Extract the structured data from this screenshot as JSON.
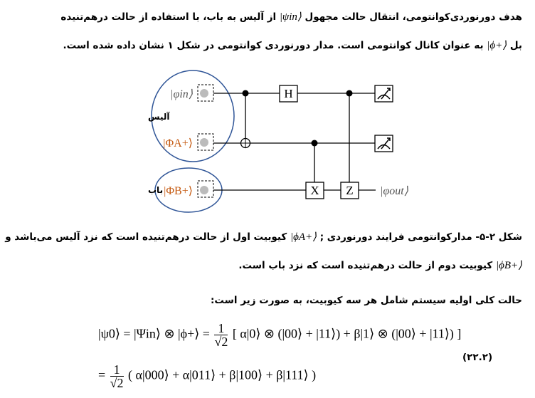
{
  "paragraph1": {
    "line1": "هدف دورنوردی‌کوانتومی، انتقال حالت مجهول",
    "line1_math": "|ψin⟩",
    "line1_rest": "از آلیس به باب، با استفاده از حالت درهم‌تنیده",
    "line2_start": "بل",
    "line2_math": "|ϕ+⟩",
    "line2_rest": "به عنوان کانال کوانتومی است. مدار دورنوردی کوانتومی در شکل ۱ نشان داده شده است."
  },
  "circuit": {
    "alice_label": "آلیس",
    "bob_label": "باب",
    "qubit_labels": [
      "|φin⟩",
      "|ΦA+⟩",
      "|ΦB+⟩"
    ],
    "gates": [
      "H",
      "X",
      "Z"
    ],
    "output_label": "|φout⟩",
    "ellipse_color": "#2f5597",
    "label_color": "#c55a11"
  },
  "caption": {
    "line1": "شکل ۲-۵-  مدارکوانتومی فرایند دورنوردی ;",
    "line1_math": "|ϕA+⟩",
    "line1_rest": "کیوبیت اول از حالت درهم‌تنیده است که نزد آلیس می‌باشد و",
    "line2_math": "|ϕB+⟩",
    "line2_rest": "کیوبیت دوم از حالت درهم‌تنیده است که نزد باب است."
  },
  "paragraph2": "حالت کلی اولیه سیستم شامل هر سه کیوبیت، به صورت زیر است:",
  "equation": {
    "line1_lhs": "|ψ0⟩ = |Ψin⟩ ⊗ |ϕ+⟩ =",
    "frac_num": "1",
    "frac_den": "√2",
    "line1_rhs": "[ α|0⟩ ⊗ (|00⟩ + |11⟩) + β|1⟩ ⊗ (|00⟩ + |11⟩) ]",
    "line2_lhs": "=",
    "line2_rhs": "( α|000⟩ + α|011⟩ + β|100⟩ + β|111⟩ )",
    "number": "(۲۲.۲)"
  }
}
